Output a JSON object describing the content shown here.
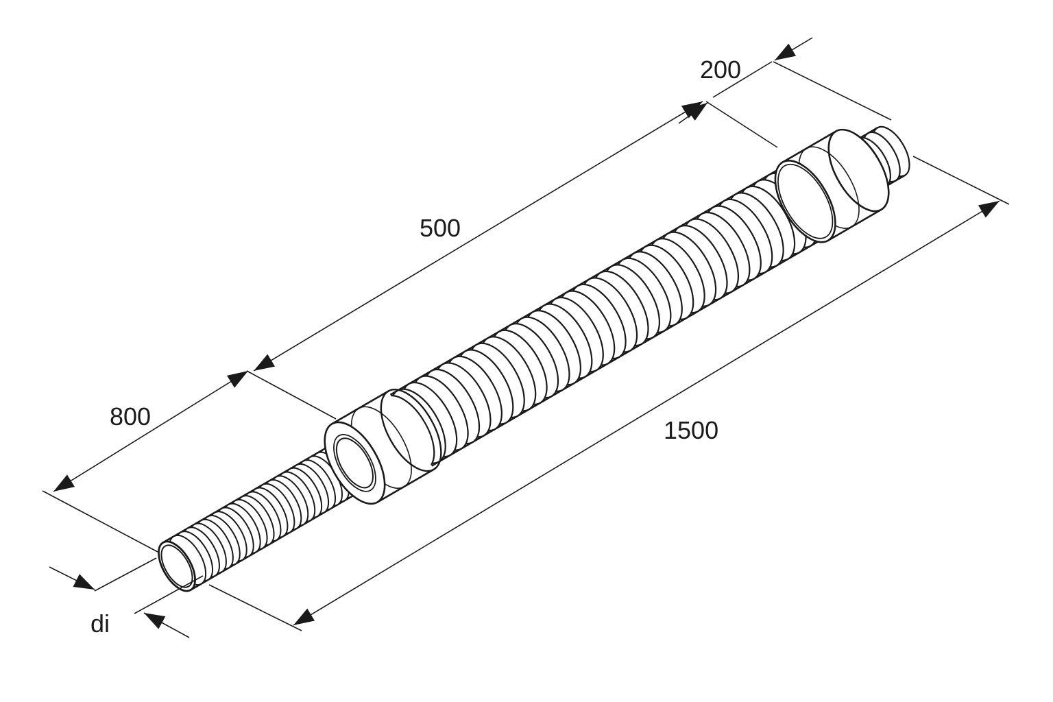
{
  "diagram": {
    "subject": "corrugated-flexible-pipe",
    "line_color": "#1a1a1a",
    "background": "#ffffff",
    "dimensions": {
      "overall_length": "1500",
      "section_small": "800",
      "section_large": "500",
      "section_end": "200",
      "inner_diameter": "di"
    }
  }
}
